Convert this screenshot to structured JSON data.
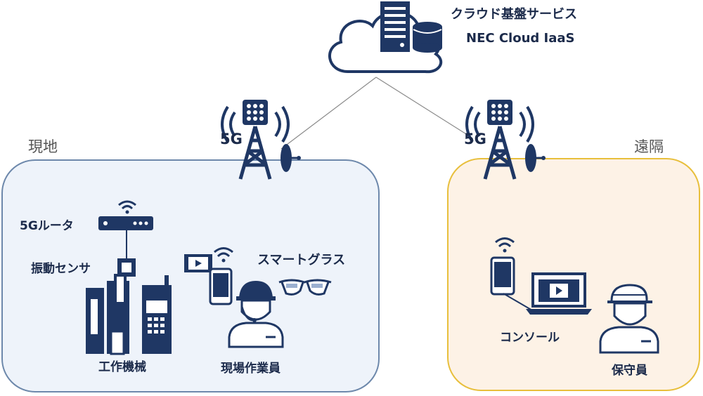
{
  "cloud": {
    "title_line1": "クラウド基盤サービス",
    "title_line2": "NEC Cloud IaaS"
  },
  "regions": {
    "site": {
      "title": "現地"
    },
    "remote": {
      "title": "遠隔"
    }
  },
  "towers": {
    "site_label": "5G",
    "remote_label": "5G"
  },
  "devices": {
    "router": "5Gルータ",
    "vibration_sensor": "振動センサ",
    "smart_glasses": "スマートグラス",
    "machine_tool": "工作機械",
    "field_worker": "現場作業員",
    "console": "コンソール",
    "maintenance_staff": "保守員"
  },
  "colors": {
    "icon_navy": "#1f3764",
    "site_panel_bg": "#eef3fa",
    "site_panel_border": "#6d88ab",
    "remote_panel_bg": "#fdf2e6",
    "remote_panel_border": "#e8bf3c"
  }
}
